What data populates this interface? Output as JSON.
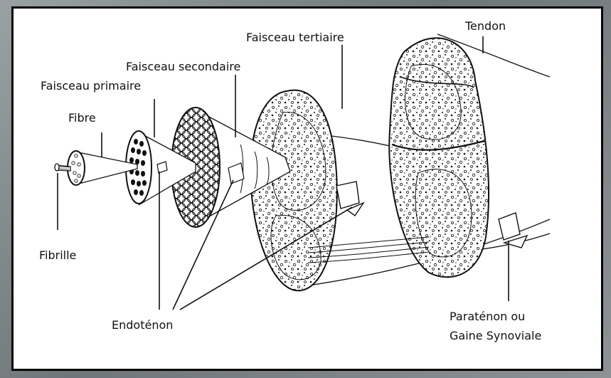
{
  "diagram": {
    "labels": {
      "tendon": "Tendon",
      "faisceau_tertiaire": "Faisceau tertiaire",
      "faisceau_secondaire": "Faisceau secondaire",
      "faisceau_primaire": "Faisceau primaire",
      "fibre": "Fibre",
      "fibrille": "Fibrille",
      "endotenon": "Endoténon",
      "paratenon_line1": "Paraténon ou",
      "paratenon_line2": "Gaine Synoviale"
    }
  }
}
